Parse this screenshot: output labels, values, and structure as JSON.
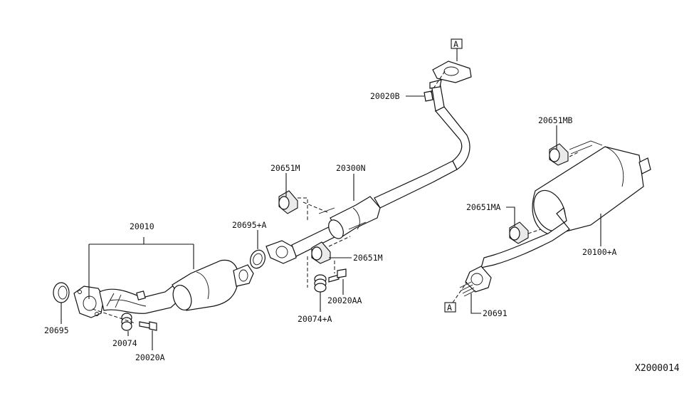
{
  "labels": {
    "p20010": "20010",
    "p20695": "20695",
    "p20074": "20074",
    "p20020A": "20020A",
    "p20695A": "20695+A",
    "p20651M_top": "20651M",
    "p20300N": "20300N",
    "p20651M_low": "20651M",
    "p20020AA": "20020AA",
    "p20074A": "20074+A",
    "p20020B": "20020B",
    "p20651MB": "20651MB",
    "p20651MA": "20651MA",
    "p20100A": "20100+A",
    "p20691": "20691",
    "ref_a_top": "A",
    "ref_a_bottom": "A",
    "diagram_id": "X2000014"
  }
}
